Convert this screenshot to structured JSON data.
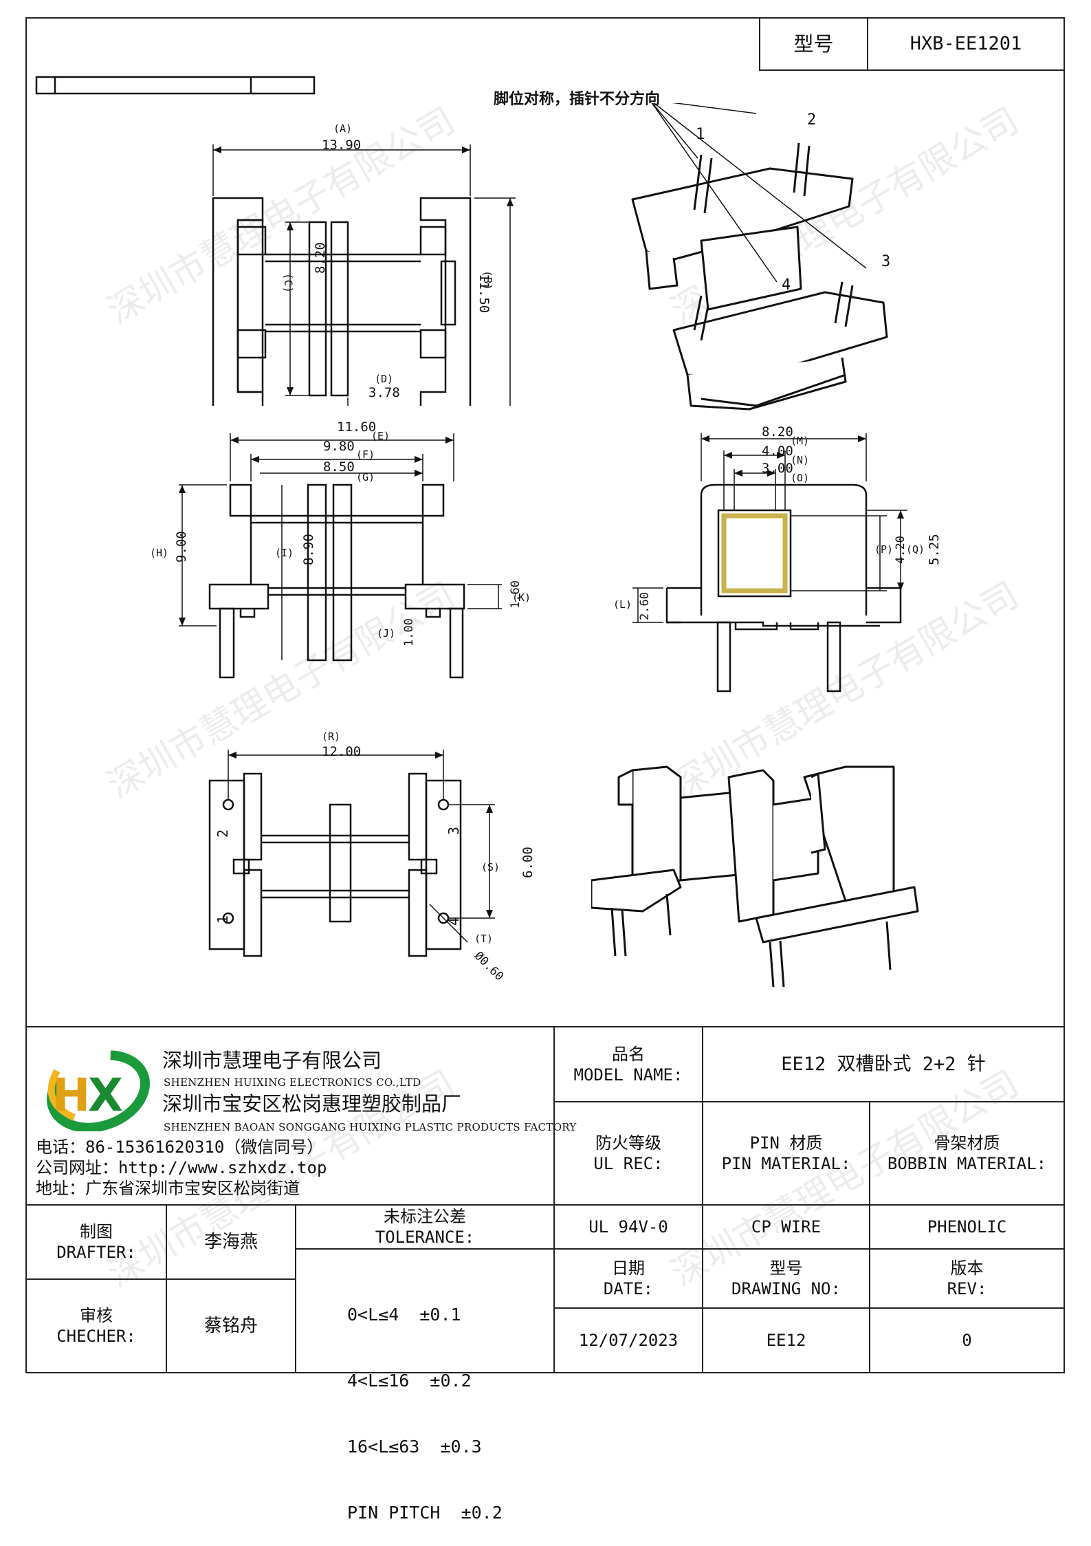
{
  "header": {
    "type_label": "型号",
    "type_value": "HXB-EE1201"
  },
  "note": "脚位对称，插针不分方向",
  "pin_labels": [
    "1",
    "2",
    "3",
    "4"
  ],
  "dimensions": {
    "A": {
      "code": "(A)",
      "value": "13.90"
    },
    "B": {
      "code": "(B)",
      "value": "11.50"
    },
    "C": {
      "code": "(C)",
      "value": "8.20"
    },
    "D": {
      "code": "(D)",
      "value": "3.78"
    },
    "E": {
      "code": "(E)",
      "value": "11.60"
    },
    "F": {
      "code": "(F)",
      "value": "9.80"
    },
    "G": {
      "code": "(G)",
      "value": "8.50"
    },
    "H": {
      "code": "(H)",
      "value": "9.00"
    },
    "I": {
      "code": "(I)",
      "value": "8.90"
    },
    "J": {
      "code": "(J)",
      "value": "1.00"
    },
    "K": {
      "code": "(K)",
      "value": "1.60"
    },
    "L": {
      "code": "(L)",
      "value": "2.60"
    },
    "M": {
      "code": "(M)",
      "value": "8.20"
    },
    "N": {
      "code": "(N)",
      "value": "4.00"
    },
    "O": {
      "code": "(O)",
      "value": "3.00"
    },
    "P": {
      "code": "(P)",
      "value": "4.20"
    },
    "Q": {
      "code": "(Q)",
      "value": "5.25"
    },
    "R": {
      "code": "(R)",
      "value": "12.00"
    },
    "S": {
      "code": "(S)",
      "value": "6.00"
    },
    "T": {
      "code": "(T)",
      "value": "Ø0.60"
    }
  },
  "watermark": "深圳市慧理电子有限公司",
  "company": {
    "logo_text": "HX",
    "name_cn": "深圳市慧理电子有限公司",
    "name_en": "SHENZHEN HUIXING ELECTRONICS CO.,LTD",
    "factory_cn": "深圳市宝安区松岗惠理塑胶制品厂",
    "factory_en": "SHENZHEN BAOAN SONGGANG HUIXING PLASTIC PRODUCTS FACTORY",
    "phone": "电话：86-15361620310（微信同号）",
    "website": "公司网址：http://www.szhxdz.top",
    "address": "地址：广东省深圳市宝安区松岗街道"
  },
  "titleblock": {
    "model_name_cn": "品名",
    "model_name_en": "MODEL NAME:",
    "model_name_value": "EE12 双槽卧式 2+2 针",
    "fire_cn": "防火等级",
    "fire_en": "UL REC:",
    "pin_cn": "PIN 材质",
    "pin_en": "PIN MATERIAL:",
    "bobbin_cn": "骨架材质",
    "bobbin_en": "BOBBIN MATERIAL:",
    "fire_value": "UL 94V-0",
    "pin_value": "CP WIRE",
    "bobbin_value": "PHENOLIC",
    "drafter_cn": "制图",
    "drafter_en": "DRAFTER:",
    "drafter_value": "李海燕",
    "checker_cn": "审核",
    "checker_en": "CHECHER:",
    "checker_value": "蔡铭舟",
    "tolerance_cn": "未标注公差",
    "tolerance_en": "TOLERANCE:",
    "tolerance_rows": [
      "0<L≤4  ±0.1",
      "4<L≤16  ±0.2",
      "16<L≤63  ±0.3",
      "PIN PITCH  ±0.2"
    ],
    "date_cn": "日期",
    "date_en": "DATE:",
    "date_value": "12/07/2023",
    "drawing_cn": "型号",
    "drawing_en": "DRAWING NO:",
    "drawing_value": "EE12",
    "rev_cn": "版本",
    "rev_en": "REV:",
    "rev_value": "0"
  }
}
